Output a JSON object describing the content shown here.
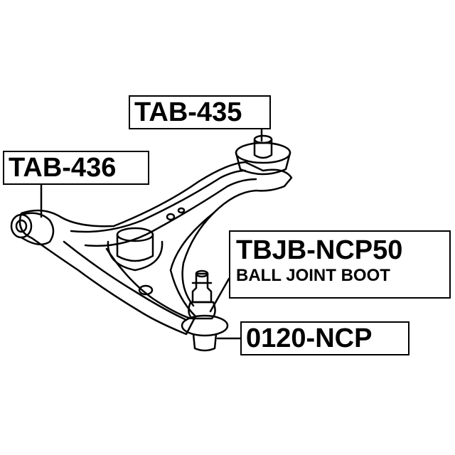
{
  "labels": {
    "tab435": "TAB-435",
    "tab436": "TAB-436",
    "tbjb": "TBJB-NCP50",
    "tbjb_desc": "BALL JOINT BOOT",
    "ncp": "0120-NCP"
  },
  "colors": {
    "line": "#000000",
    "background": "#ffffff"
  }
}
